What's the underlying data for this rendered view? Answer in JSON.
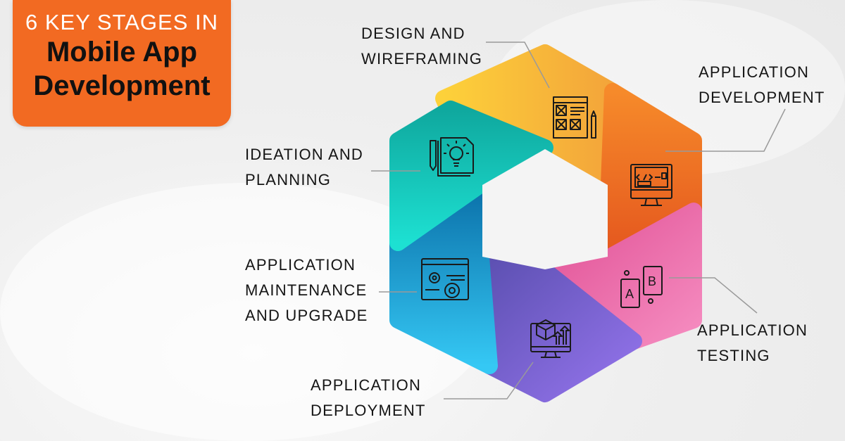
{
  "title": {
    "line1": "6 KEY STAGES IN",
    "line2": "Mobile App",
    "line3": "Development",
    "color": "#f26a22"
  },
  "stages": [
    {
      "line1": "IDEATION AND",
      "line2": "PLANNING",
      "icon": "lightbulb-document-icon",
      "color": "#14c4b8"
    },
    {
      "line1": "DESIGN AND",
      "line2": "WIREFRAMING",
      "icon": "wireframe-icon",
      "color": "#fbb33a"
    },
    {
      "line1": "APPLICATION",
      "line2": "DEVELOPMENT",
      "icon": "code-monitor-icon",
      "color": "#f07a24"
    },
    {
      "line1": "APPLICATION",
      "line2": "TESTING",
      "icon": "ab-testing-icon",
      "color": "#ee6aae"
    },
    {
      "line1": "APPLICATION",
      "line2": "DEPLOYMENT",
      "icon": "deploy-monitor-icon",
      "color": "#7b5cd6"
    },
    {
      "line1": "APPLICATION",
      "line2": "MAINTENANCE",
      "line3": "AND UPGRADE",
      "icon": "gears-window-icon",
      "color": "#1a9fd8"
    }
  ]
}
